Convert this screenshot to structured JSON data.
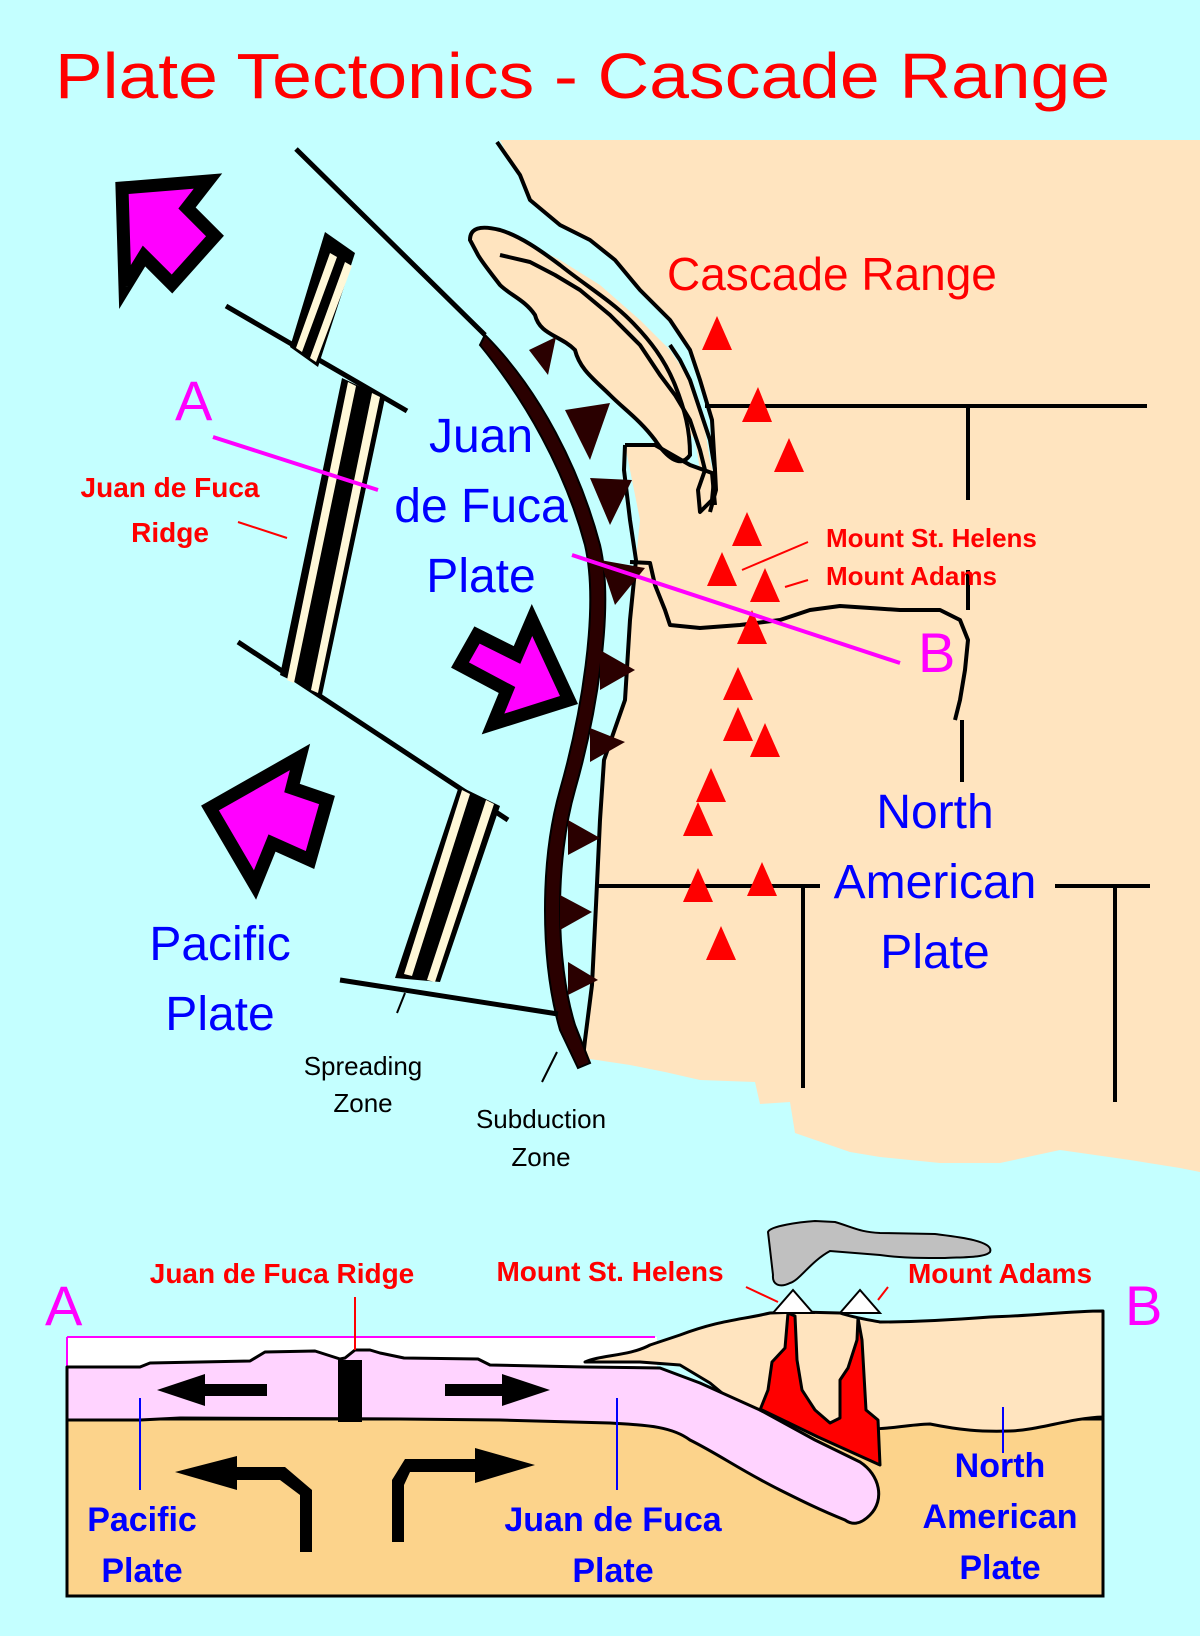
{
  "title": "Plate Tectonics - Cascade Range",
  "colors": {
    "ocean": "#c4ffff",
    "land": "#ffe4bf",
    "mantle": "#fcd38b",
    "plate_pink": "#ffd3ff",
    "red": "#ff0000",
    "blue": "#0000ff",
    "magenta": "#ff00ff",
    "trench": "#2a0000",
    "ash": "#c0c0c0"
  },
  "map": {
    "labels": {
      "cascade_range": "Cascade Range",
      "juan_de_fuca_plate": [
        "Juan",
        "de Fuca",
        "Plate"
      ],
      "juan_de_fuca_ridge": [
        "Juan de Fuca",
        "Ridge"
      ],
      "pacific_plate": [
        "Pacific",
        "Plate"
      ],
      "north_american_plate": [
        "North",
        "American",
        "Plate"
      ],
      "mount_st_helens": "Mount St. Helens",
      "mount_adams": "Mount Adams",
      "spreading_zone": [
        "Spreading",
        "Zone"
      ],
      "subduction_zone": [
        "Subduction",
        "Zone"
      ],
      "section_start": "A",
      "section_end": "B"
    },
    "volcano_count": 16
  },
  "cross_section": {
    "labels": {
      "section_start": "A",
      "section_end": "B",
      "juan_de_fuca_ridge": "Juan de Fuca Ridge",
      "mount_st_helens": "Mount St. Helens",
      "mount_adams": "Mount Adams",
      "pacific_plate": [
        "Pacific",
        "Plate"
      ],
      "juan_de_fuca_plate": [
        "Juan de Fuca",
        "Plate"
      ],
      "north_american_plate": [
        "North",
        "American",
        "Plate"
      ]
    }
  }
}
